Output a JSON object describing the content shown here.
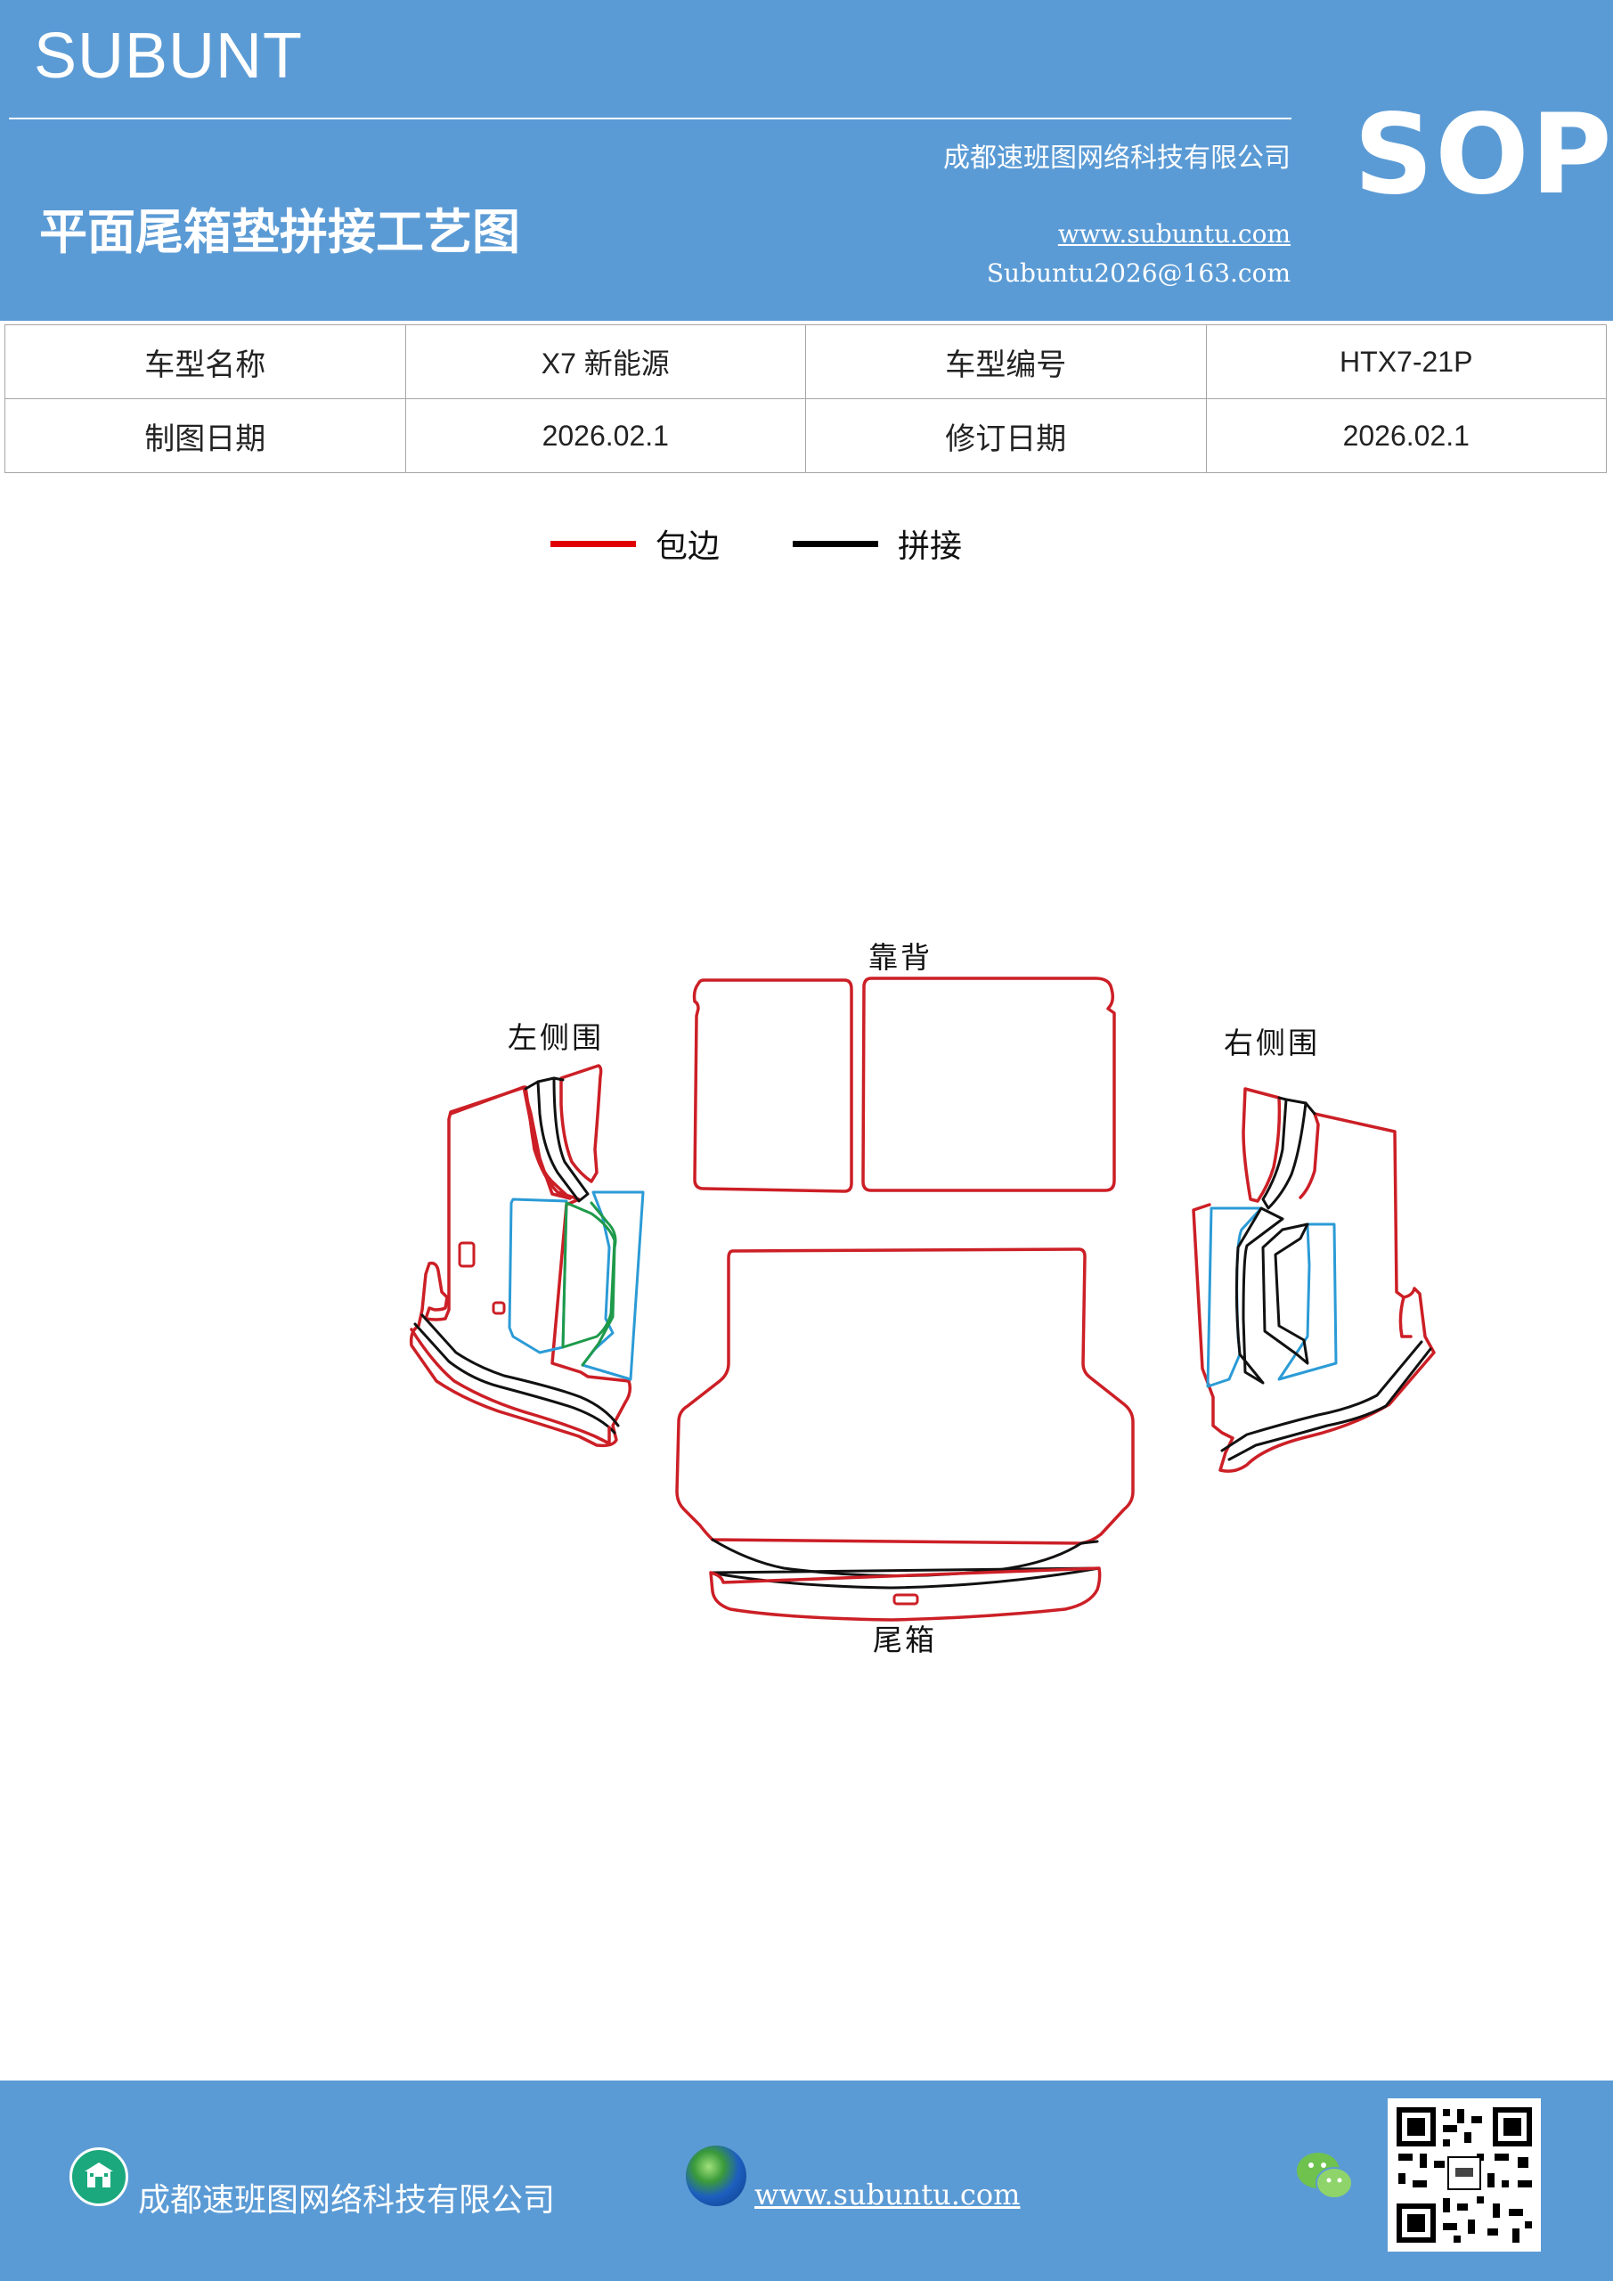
{
  "header": {
    "brand": "SUBUNT",
    "company": "成都速班图网络科技有限公司",
    "doc_title": "平面尾箱垫拼接工艺图",
    "website": "www.subuntu.com",
    "email": "Subuntu2026@163.com",
    "badge": "SOP",
    "bg_color": "#5b9bd5"
  },
  "info_table": {
    "rows": [
      [
        "车型名称",
        "X7 新能源",
        "车型编号",
        "HTX7-21P"
      ],
      [
        "制图日期",
        "2026.02.1",
        "修订日期",
        "2026.02.1"
      ]
    ]
  },
  "legend": [
    {
      "label": "包边",
      "color": "#e00000"
    },
    {
      "label": "拼接",
      "color": "#000000"
    }
  ],
  "diagram": {
    "labels": {
      "backrest": "靠背",
      "left_side": "左侧围",
      "right_side": "右侧围",
      "trunk": "尾箱"
    },
    "colors": {
      "edge": "#cc1f26",
      "seam": "#111111",
      "panel_blue": "#2b9bd6",
      "panel_green": "#1e9a4a"
    }
  },
  "footer": {
    "company": "成都速班图网络科技有限公司",
    "website": "www.subuntu.com",
    "icons": [
      "building-icon",
      "globe-icon",
      "wechat-icon",
      "qr-code"
    ]
  }
}
